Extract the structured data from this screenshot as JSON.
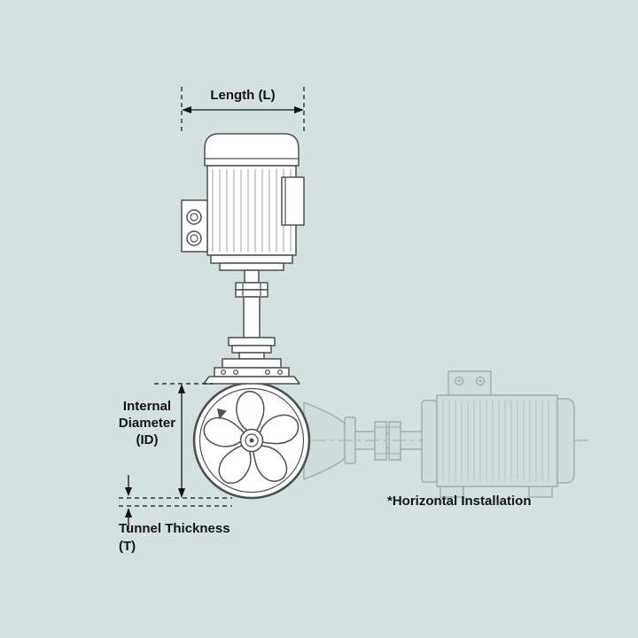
{
  "figure": {
    "labels": {
      "length": "Length (L)",
      "internal_diameter_lines": [
        "Internal",
        "Diameter",
        "(ID)"
      ],
      "tunnel_thickness_lines": [
        "Tunnel Thickness",
        "(T)"
      ],
      "horizontal_installation": "*Horizontal Installation"
    },
    "colors": {
      "background": "#d5e1e1",
      "ink": "#141414",
      "line_dark": "#4b5052",
      "fin": "#9aa2a2",
      "line_faded": "#9fadae",
      "fill_faded": "#d0dcdc",
      "fin_faded": "#b6c2c2",
      "fill_white": "#ffffff"
    }
  }
}
